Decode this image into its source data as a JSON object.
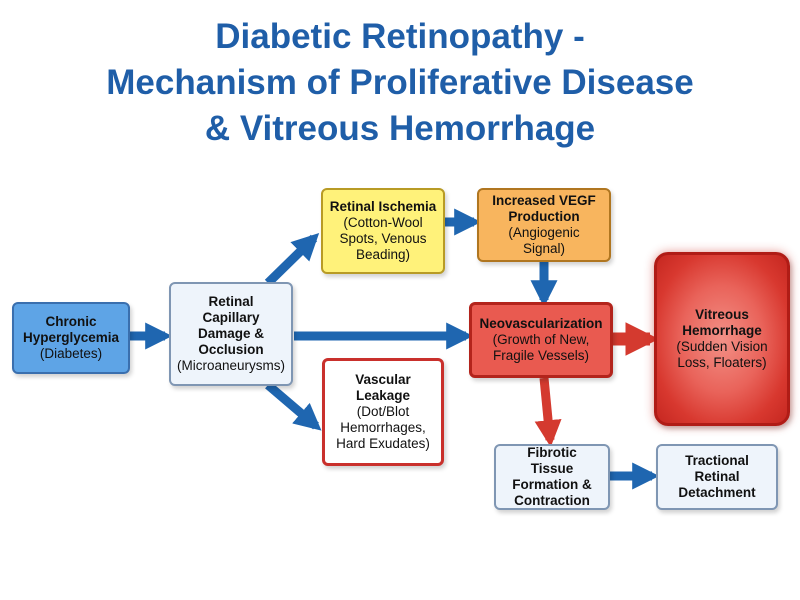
{
  "title": {
    "line1": "Diabetic Retinopathy -",
    "line2": "Mechanism of Proliferative Disease",
    "line3": "& Vitreous Hemorrhage"
  },
  "nodes": {
    "hyperglycemia": {
      "heading": "Chronic Hyperglycemia",
      "sub": "(Diabetes)"
    },
    "capillary": {
      "heading": "Retinal Capillary Damage & Occlusion",
      "sub": "(Microaneurysms)"
    },
    "ischemia": {
      "heading": "Retinal Ischemia",
      "sub": "(Cotton-Wool Spots, Venous Beading)"
    },
    "vegf": {
      "heading": "Increased VEGF Production",
      "sub": "(Angiogenic Signal)"
    },
    "leakage": {
      "heading": "Vascular Leakage",
      "sub": "(Dot/Blot Hemorrhages, Hard Exudates)"
    },
    "neovascularization": {
      "heading": "Neovascularization",
      "sub": "(Growth of New, Fragile Vessels)"
    },
    "hemorrhage": {
      "heading": "Vitreous Hemorrhage",
      "sub": "(Sudden Vision Loss, Floaters)"
    },
    "fibrotic": {
      "heading": "Fibrotic Tissue Formation & Contraction",
      "sub": ""
    },
    "detachment": {
      "heading": "Tractional Retinal Detachment",
      "sub": ""
    }
  },
  "colors": {
    "title": "#1f5ea8",
    "arrow_blue": "#1f66b0",
    "arrow_red": "#d43a2f"
  }
}
